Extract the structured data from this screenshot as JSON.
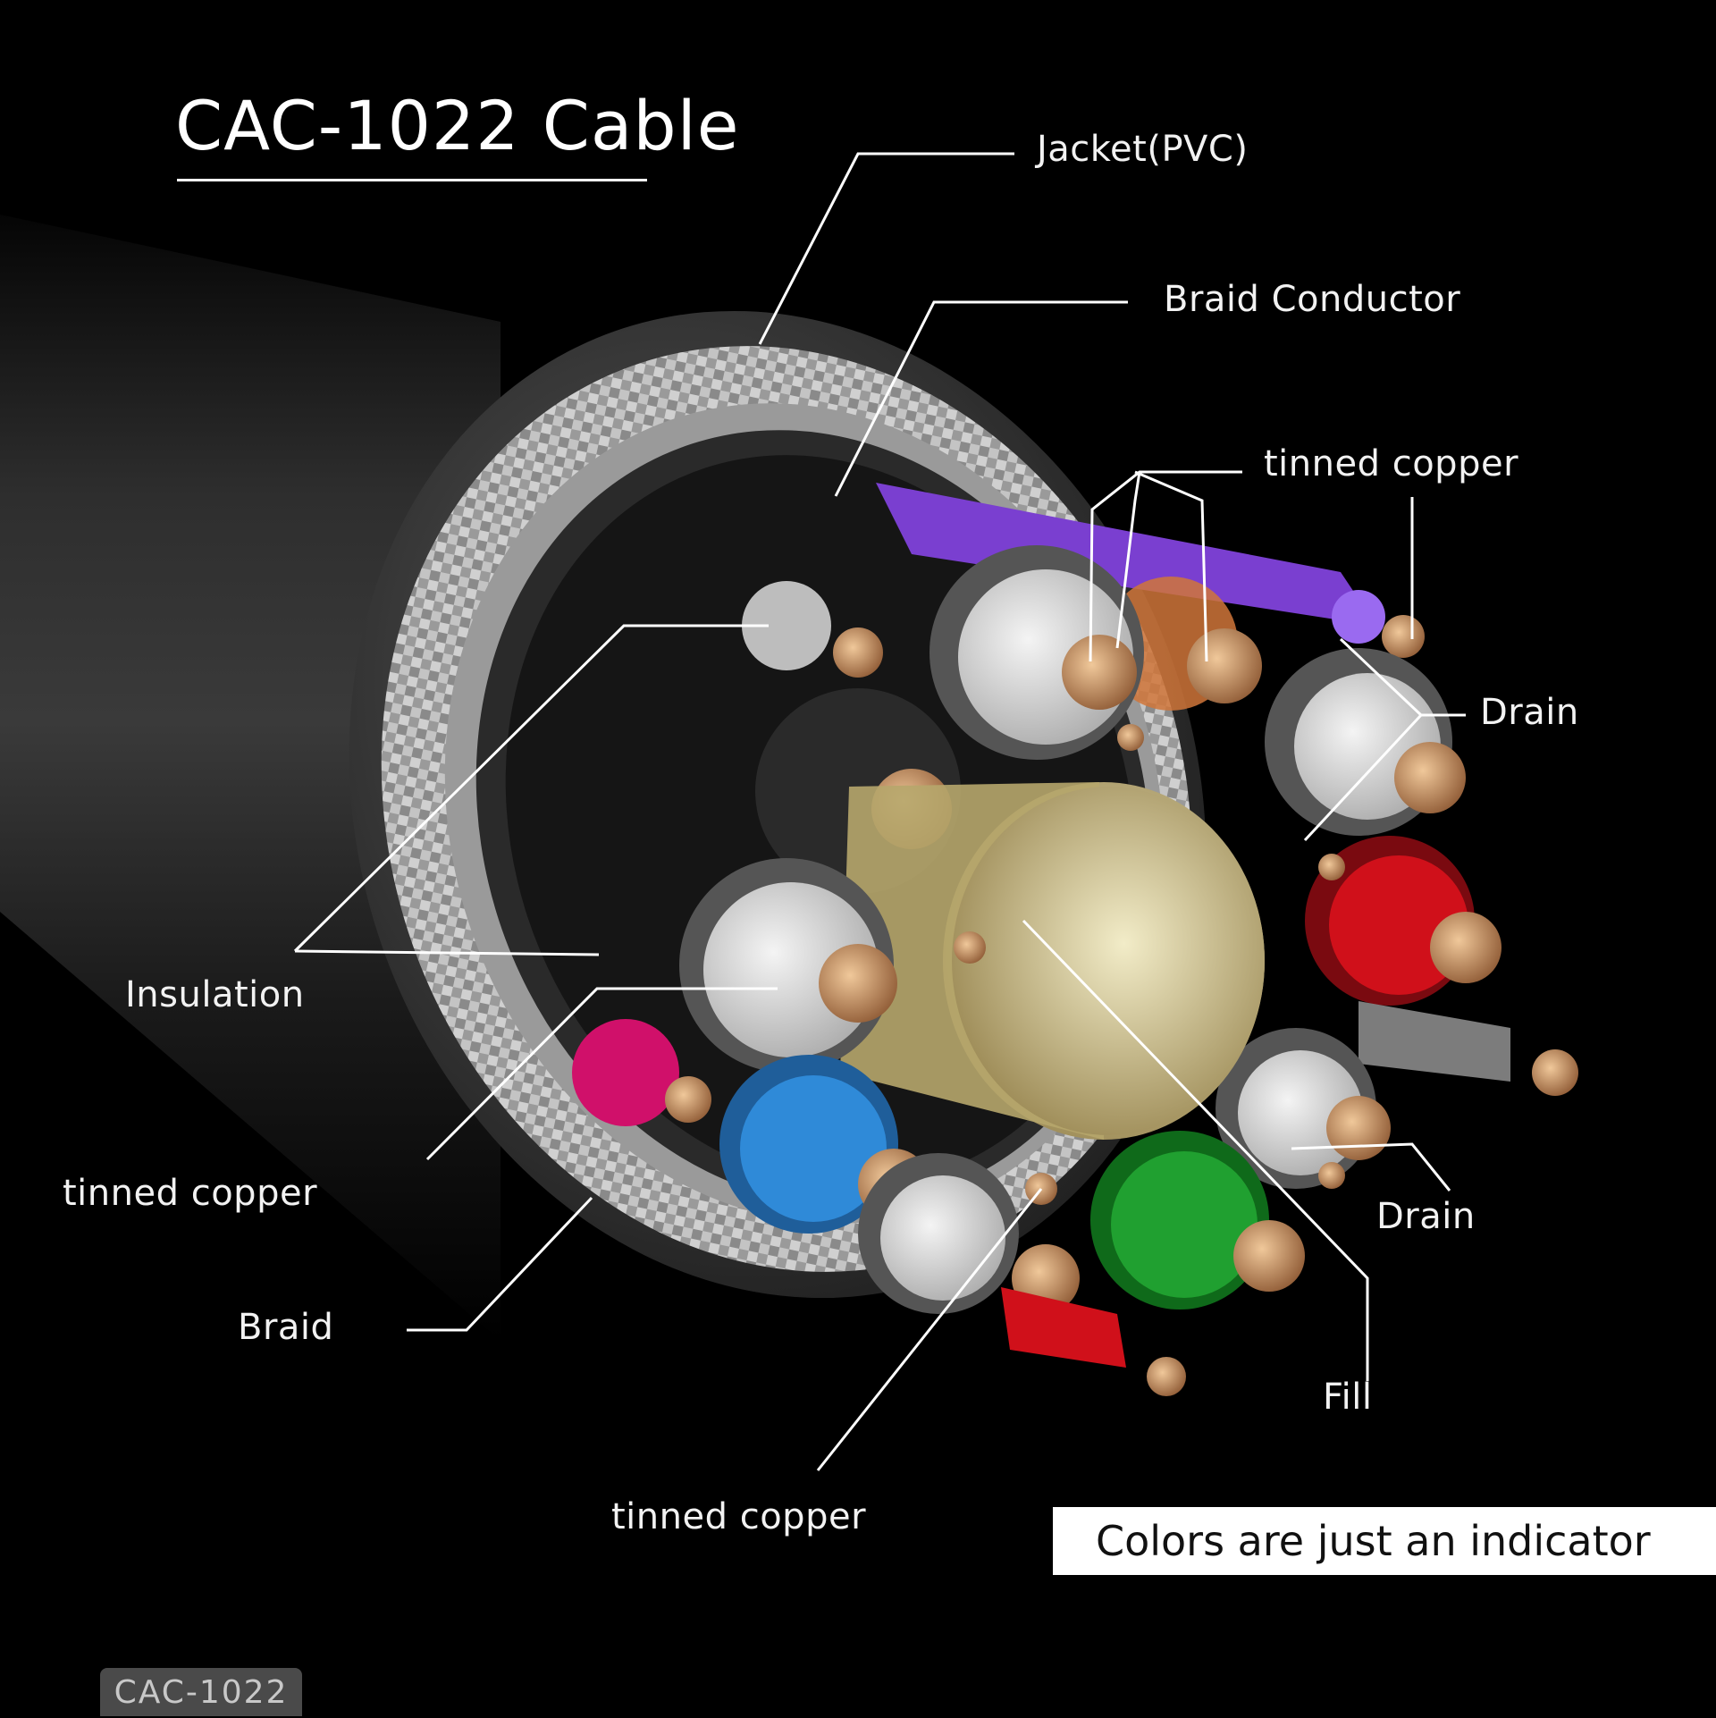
{
  "title": "CAC-1022 Cable",
  "labels": {
    "jacket": "Jacket(PVC)",
    "braid_conductor": "Braid Conductor",
    "tinned_copper_top": "tinned copper",
    "drain_upper": "Drain",
    "insulation": "Insulation",
    "tinned_copper_left": "tinned copper",
    "braid": "Braid",
    "drain_lower": "Drain",
    "fill": "Fill",
    "tinned_copper_bottom": "tinned copper"
  },
  "notice": "Colors are just an indicator",
  "model_tag": "CAC-1022",
  "colors": {
    "background": "#000000",
    "jacket": "#3a3a3a",
    "braid": "#b8b8b8",
    "copper": "#c8845a",
    "fill": "#d8cc9a",
    "insulation_white": "#e8e8e8",
    "wire_purple": "#7a3fd0",
    "wire_orange": "#d0753a",
    "wire_red": "#d0101a",
    "wire_blue": "#2f8ad8",
    "wire_green": "#20a030",
    "wire_magenta": "#d0106a",
    "leader_lines": "#ffffff"
  }
}
